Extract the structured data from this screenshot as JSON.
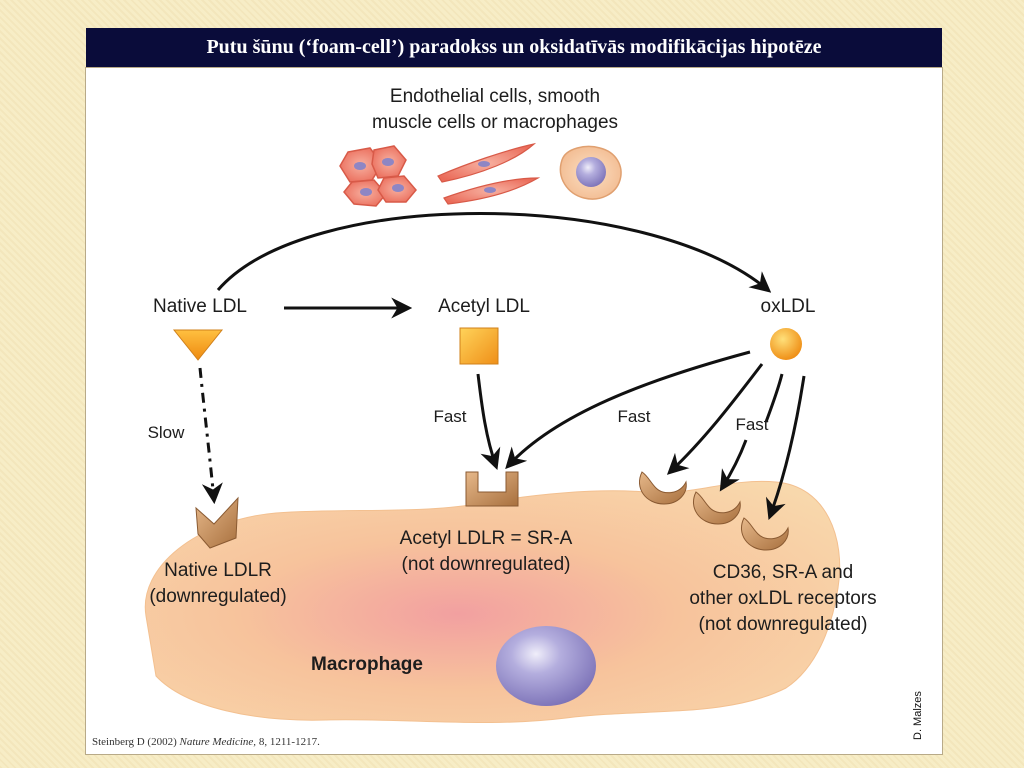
{
  "slide": {
    "title": "Putu šūnu (‘foam-cell’) paradokss un oksidatīvās modifikācijas hipotēze"
  },
  "diagram": {
    "top_label_line1": "Endothelial cells, smooth",
    "top_label_line2": "muscle cells or macrophages",
    "native_ldl": "Native LDL",
    "acetyl_ldl": "Acetyl LDL",
    "oxldl": "oxLDL",
    "slow": "Slow",
    "fast_acetyl": "Fast",
    "fast_middle": "Fast",
    "fast_oxldl": "Fast",
    "native_ldlr_line1": "Native LDLR",
    "native_ldlr_line2": "(downregulated)",
    "acetyl_ldlr_line1": "Acetyl LDLR = SR-A",
    "acetyl_ldlr_line2": "(not downregulated)",
    "cd36_line1": "CD36, SR-A and",
    "cd36_line2": "other oxLDL receptors",
    "cd36_line3": "(not downregulated)",
    "macrophage": "Macrophage",
    "artist_credit": "D. Malzes"
  },
  "citation": {
    "authors": "Steinberg D (2002)",
    "journal": "Nature Medicine,",
    "details": "8, 1211-1217."
  },
  "colors": {
    "title_bar": "#0a0c3a",
    "background": "#f6ecc4",
    "macrophage_body": "#f7c79a",
    "receptor": "#c08a5c",
    "ldl_orange": "#f3a020",
    "nucleus": "#8e86c4"
  }
}
